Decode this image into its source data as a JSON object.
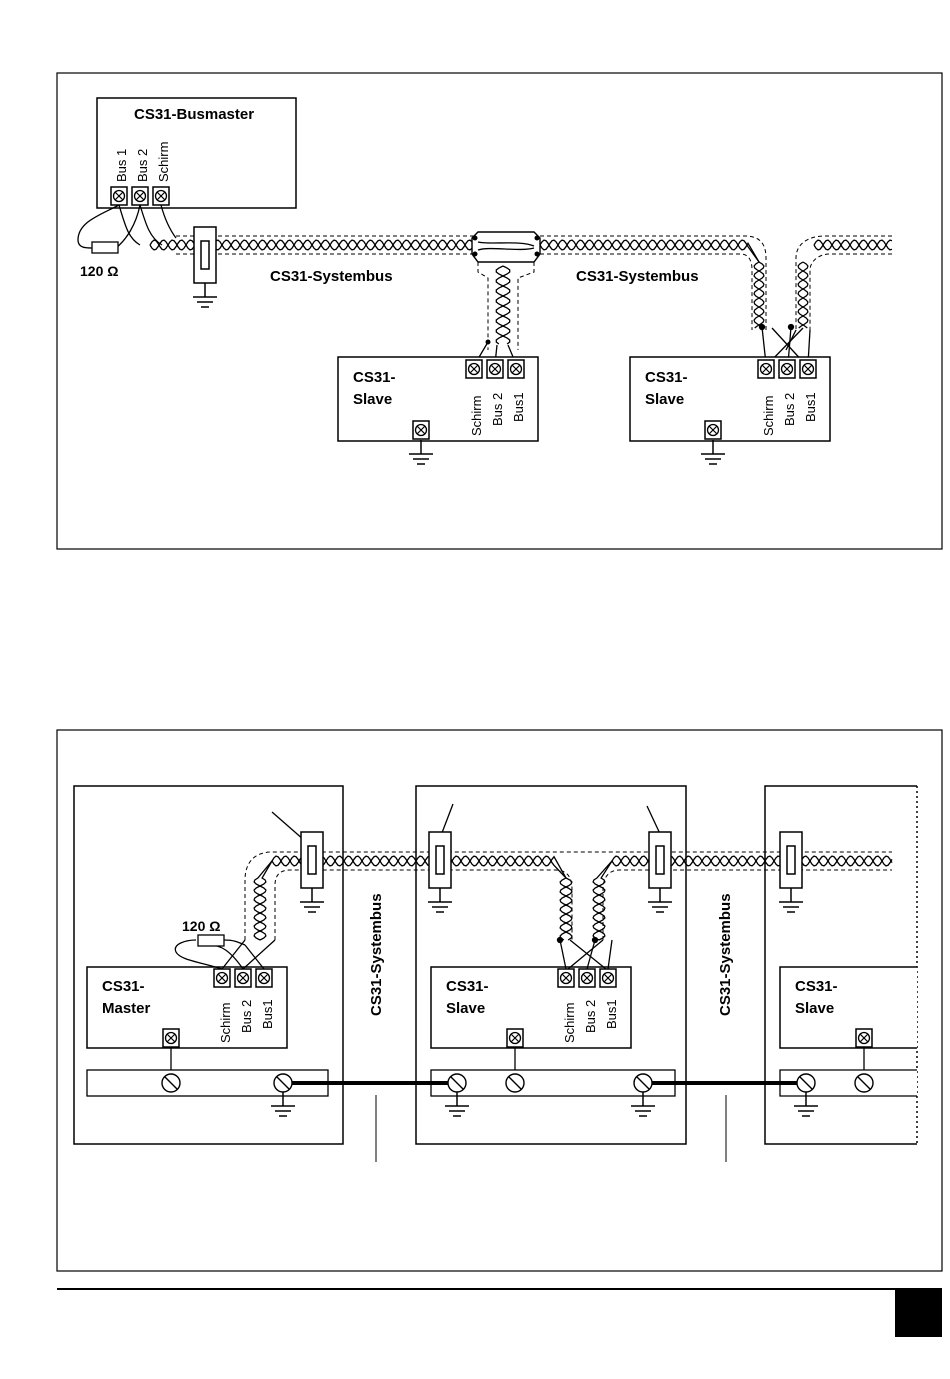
{
  "diagram1": {
    "master_title": "CS31-Busmaster",
    "master_terminals": [
      "Bus 1",
      "Bus 2",
      "Schirm"
    ],
    "resistor": "120 Ω",
    "bus_label_1": "CS31-Systembus",
    "bus_label_2": "CS31-Systembus",
    "slave1": {
      "line1": "CS31-",
      "line2": "Slave",
      "terminals": [
        "Schirm",
        "Bus 2",
        "Bus1"
      ]
    },
    "slave2": {
      "line1": "CS31-",
      "line2": "Slave",
      "terminals": [
        "Schirm",
        "Bus 2",
        "Bus1"
      ]
    }
  },
  "diagram2": {
    "resistor": "120 Ω",
    "bus_label_1": "CS31-Systembus",
    "bus_label_2": "CS31-Systembus",
    "master": {
      "line1": "CS31-",
      "line2": "Master",
      "terminals": [
        "Schirm",
        "Bus 2",
        "Bus1"
      ]
    },
    "slave1": {
      "line1": "CS31-",
      "line2": "Slave",
      "terminals": [
        "Schirm",
        "Bus 2",
        "Bus1"
      ]
    },
    "slave2": {
      "line1": "CS31-",
      "line2": "Slave"
    }
  },
  "colors": {
    "line": "#000000",
    "page": "#ffffff"
  }
}
